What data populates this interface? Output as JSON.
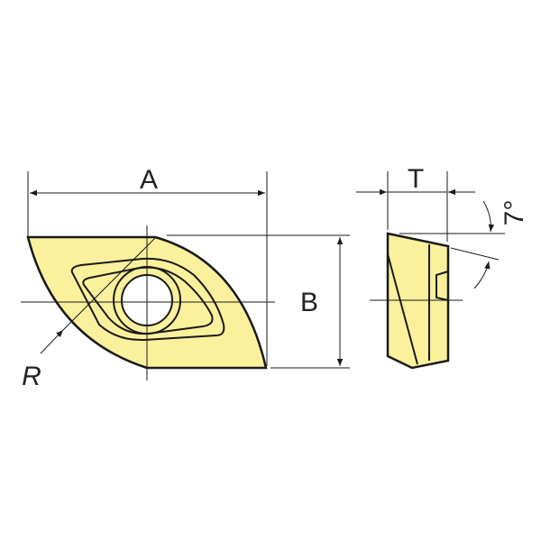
{
  "labels": {
    "A": "A",
    "B": "B",
    "T": "T",
    "R": "R",
    "angle": "7°"
  },
  "colors": {
    "insert_fill": "#fbf09c",
    "line": "#1a1a1a"
  }
}
